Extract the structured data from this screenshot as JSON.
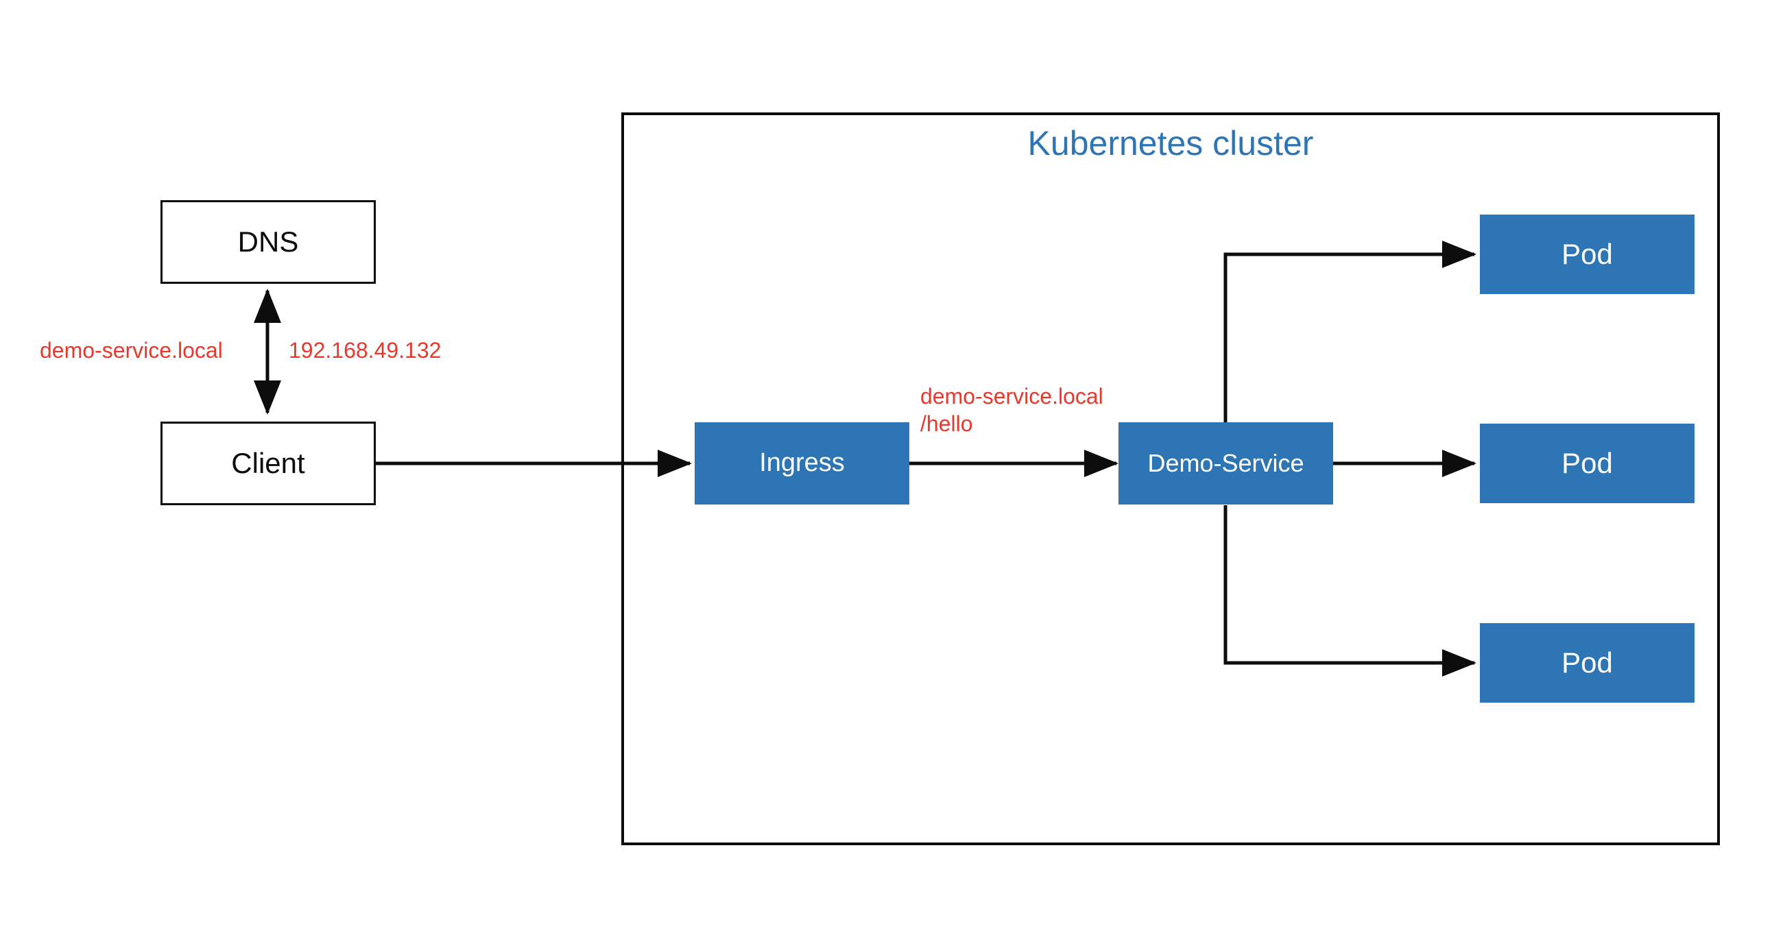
{
  "diagram": {
    "title": "Kubernetes cluster ingress routing diagram",
    "colors": {
      "node_fill_blue": "#2E75B6",
      "node_stroke_black": "#0d0d0d",
      "edge_label_red": "#E8382B",
      "cluster_title_blue": "#2E75B6",
      "background": "#ffffff"
    },
    "cluster": {
      "title": "Kubernetes cluster"
    },
    "nodes": {
      "dns": {
        "label": "DNS"
      },
      "client": {
        "label": "Client"
      },
      "ingress": {
        "label": "Ingress"
      },
      "demo_service": {
        "label": "Demo-Service"
      },
      "pod_top": {
        "label": "Pod"
      },
      "pod_middle": {
        "label": "Pod"
      },
      "pod_bottom": {
        "label": "Pod"
      }
    },
    "edge_labels": {
      "dns_query": "demo-service.local",
      "dns_answer": "192.168.49.132",
      "ingress_route_line1": "demo-service.local",
      "ingress_route_line2": "/hello"
    }
  }
}
